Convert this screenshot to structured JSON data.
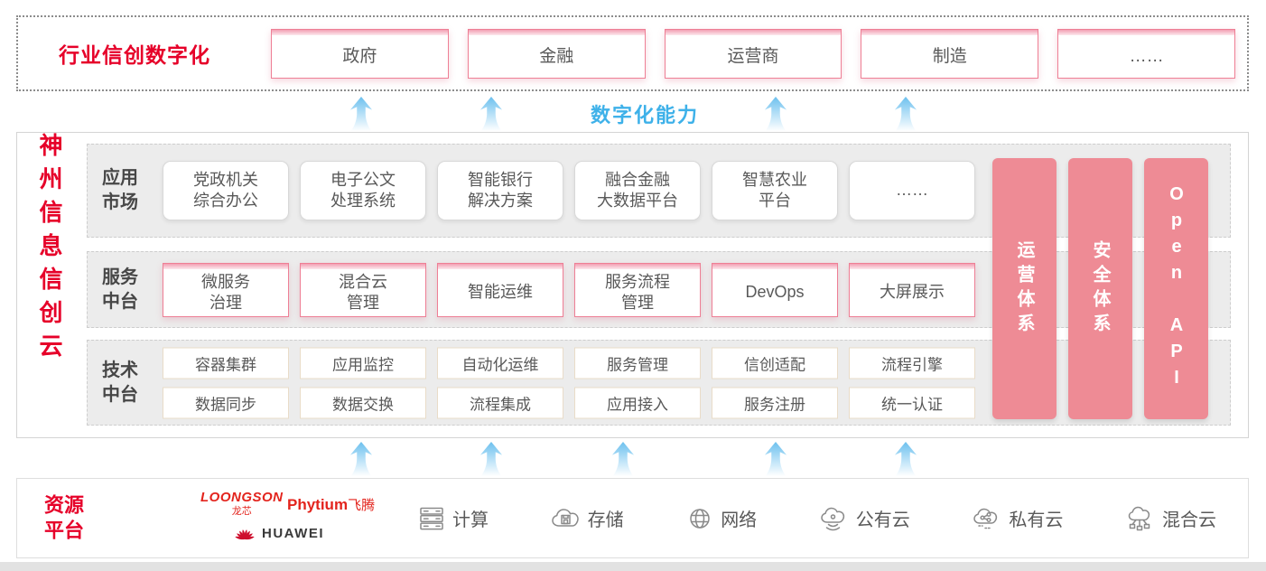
{
  "colors": {
    "accent_red": "#e60029",
    "pillar_pink": "#ee8b95",
    "capability_blue": "#3eb1e9",
    "box_border_pink": "#ee7f95"
  },
  "industry_section": {
    "title": "行业信创数字化",
    "items": [
      "政府",
      "金融",
      "运营商",
      "制造",
      "……"
    ]
  },
  "capability_label": "数字化能力",
  "platform": {
    "vertical_title": "神州信息信创云",
    "app_market": {
      "label": "应用\n市场",
      "items": [
        "党政机关\n综合办公",
        "电子公文\n处理系统",
        "智能银行\n解决方案",
        "融合金融\n大数据平台",
        "智慧农业\n平台",
        "……"
      ]
    },
    "service_platform": {
      "label": "服务\n中台",
      "items": [
        "微服务\n治理",
        "混合云\n管理",
        "智能运维",
        "服务流程\n管理",
        "DevOps",
        "大屏展示"
      ]
    },
    "tech_platform": {
      "label": "技术\n中台",
      "row1": [
        "容器集群",
        "应用监控",
        "自动化运维",
        "服务管理",
        "信创适配",
        "流程引擎"
      ],
      "row2": [
        "数据同步",
        "数据交换",
        "流程集成",
        "应用接入",
        "服务注册",
        "统一认证"
      ]
    },
    "pillars": [
      "运营体系",
      "安全体系",
      "Open API"
    ]
  },
  "resource_platform": {
    "label": "资源\n平台",
    "vendors": {
      "loongson": "LOONGSON",
      "loongson_cn": "龙芯",
      "phytium": "Phytium",
      "phytium_cn": "飞腾",
      "huawei": "HUAWEI"
    },
    "items": [
      {
        "icon": "compute-icon",
        "label": "计算"
      },
      {
        "icon": "storage-icon",
        "label": "存储"
      },
      {
        "icon": "network-icon",
        "label": "网络"
      },
      {
        "icon": "public-cloud-icon",
        "label": "公有云"
      },
      {
        "icon": "private-cloud-icon",
        "label": "私有云"
      },
      {
        "icon": "hybrid-cloud-icon",
        "label": "混合云"
      }
    ]
  }
}
